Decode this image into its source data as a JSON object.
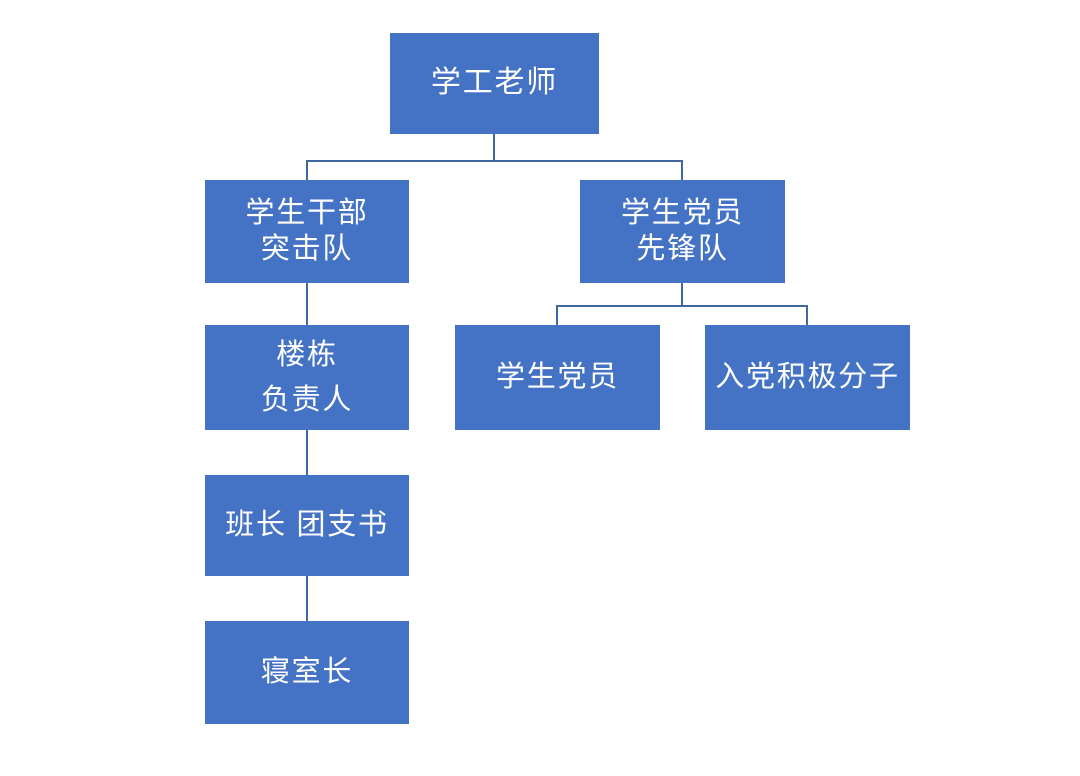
{
  "diagram": {
    "type": "organization-chart",
    "orientation": "top-down",
    "colors": {
      "node_fill": "#4472C4",
      "node_text": "#FFFFFF",
      "connector": "#41689E",
      "background": "#FFFFFF"
    },
    "nodes": {
      "root": {
        "id": "root",
        "label": "学工老师",
        "lines": [
          "学工老师"
        ],
        "level": 1
      },
      "cadre": {
        "id": "cadre",
        "label": "学生干部突击队",
        "lines": [
          "学生干部",
          "突击队"
        ],
        "level": 2
      },
      "party": {
        "id": "party",
        "label": "学生党员先锋队",
        "lines": [
          "学生党员",
          "先锋队"
        ],
        "level": 2
      },
      "building": {
        "id": "building",
        "label": "楼栋负责人",
        "lines": [
          "楼栋",
          "负责人"
        ],
        "level": 3
      },
      "member": {
        "id": "member",
        "label": "学生党员",
        "lines": [
          "学生党员"
        ],
        "level": 3
      },
      "activist": {
        "id": "activist",
        "label": "入党积极分子",
        "lines": [
          "入党积极分子"
        ],
        "level": 3
      },
      "monitor": {
        "id": "monitor",
        "label": "班长 团支书",
        "lines": [
          "班长 团支书"
        ],
        "level": 4
      },
      "dorm": {
        "id": "dorm",
        "label": "寝室长",
        "lines": [
          "寝室长"
        ],
        "level": 5
      }
    },
    "edges": [
      {
        "from": "root",
        "to": "cadre"
      },
      {
        "from": "root",
        "to": "party"
      },
      {
        "from": "cadre",
        "to": "building"
      },
      {
        "from": "building",
        "to": "monitor"
      },
      {
        "from": "monitor",
        "to": "dorm"
      },
      {
        "from": "party",
        "to": "member"
      },
      {
        "from": "party",
        "to": "activist"
      }
    ]
  }
}
